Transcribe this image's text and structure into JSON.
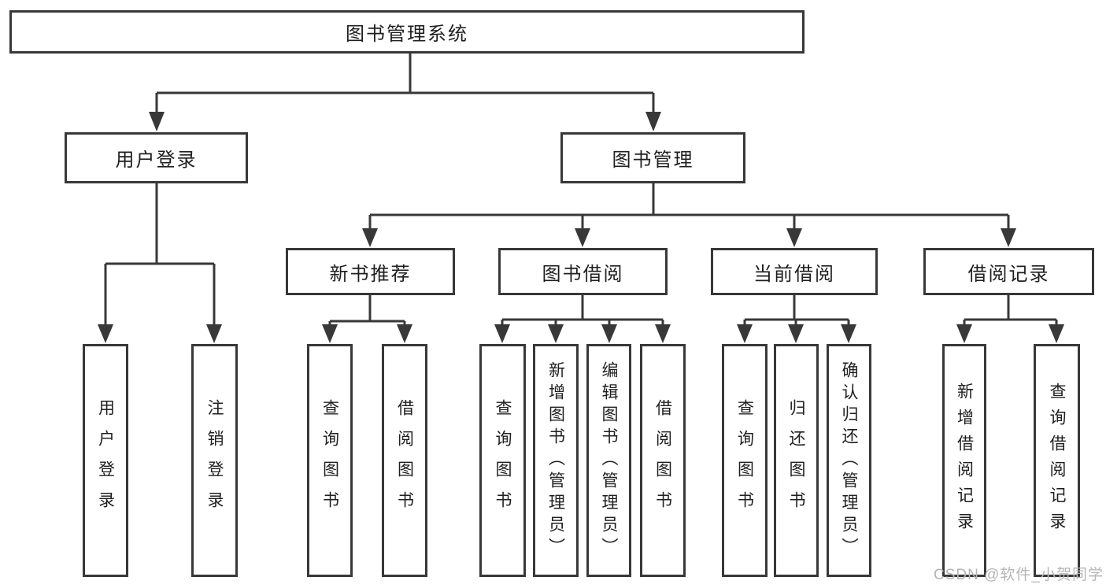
{
  "diagram": {
    "title": "图书管理系统",
    "watermark": "CSDN @软件_小贺同学",
    "colors": {
      "line": "#383838",
      "box_border": "#383838",
      "text": "#1f1f1f",
      "watermark": "#b5b5b5",
      "background": "#ffffff"
    },
    "nodes": {
      "root": {
        "label": "图书管理系统"
      },
      "user_login": {
        "label": "用户登录"
      },
      "book_mgmt": {
        "label": "图书管理"
      },
      "new_books": {
        "label": "新书推荐"
      },
      "book_borrow": {
        "label": "图书借阅"
      },
      "current_borrow": {
        "label": "当前借阅"
      },
      "borrow_records": {
        "label": "借阅记录"
      },
      "leaf_user_login": {
        "label": "用户登录"
      },
      "leaf_logout": {
        "label": "注销登录"
      },
      "leaf_nb_query": {
        "label": "查询图书"
      },
      "leaf_nb_borrow": {
        "label": "借阅图书"
      },
      "leaf_bb_query": {
        "label": "查询图书"
      },
      "leaf_bb_add": {
        "label": "新增图书（管理员）"
      },
      "leaf_bb_edit": {
        "label": "编辑图书（管理员）"
      },
      "leaf_bb_borrow": {
        "label": "借阅图书"
      },
      "leaf_cb_query": {
        "label": "查询图书"
      },
      "leaf_cb_return": {
        "label": "归还图书"
      },
      "leaf_cb_confirm": {
        "label": "确认归还（管理员）"
      },
      "leaf_br_add": {
        "label": "新增借阅记录"
      },
      "leaf_br_query": {
        "label": "查询借阅记录"
      }
    }
  }
}
